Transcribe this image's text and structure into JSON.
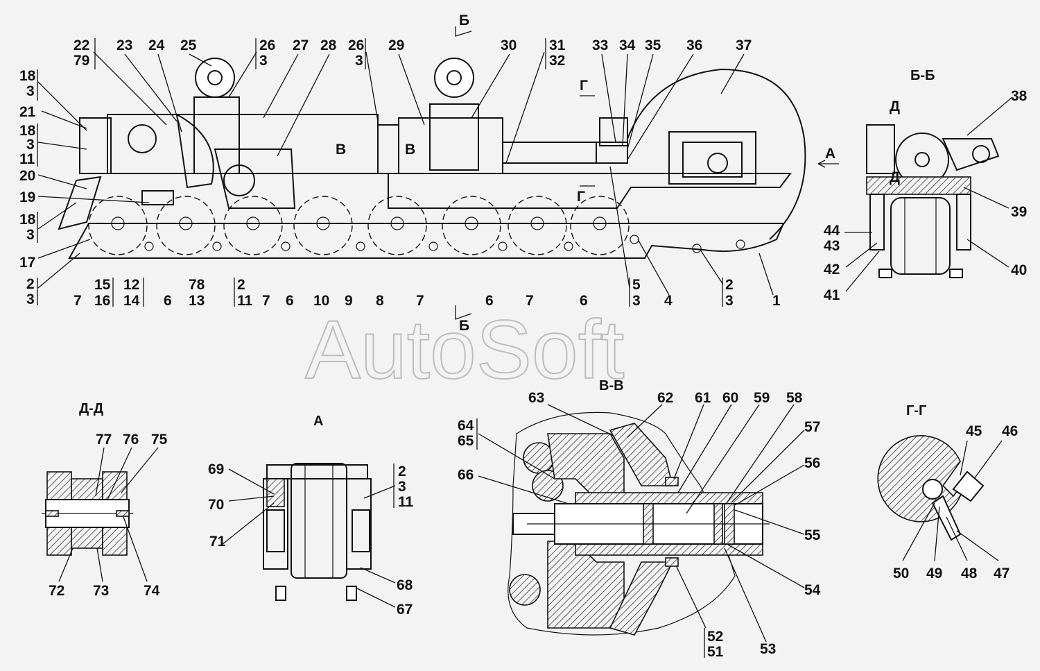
{
  "watermark": "AutoSoft",
  "section_titles": {
    "bb": "Б-Б",
    "dd": "Д-Д",
    "a": "А",
    "vv": "В-В",
    "gg": "Г-Г"
  },
  "cut_marks": {
    "b_top": "Б",
    "b_bottom": "Б",
    "v1": "В",
    "v2": "В",
    "g1": "Г",
    "g2": "Г",
    "a_view": "А",
    "d1": "Д",
    "d2": "Д"
  },
  "main_labels": {
    "l22_79": [
      "22",
      "79"
    ],
    "l23": "23",
    "l24": "24",
    "l25": "25",
    "l26_3a": [
      "26",
      "3"
    ],
    "l27": "27",
    "l28": "28",
    "l26_3b": [
      "26",
      "3"
    ],
    "l29": "29",
    "l30": "30",
    "l31_32": [
      "31",
      "32"
    ],
    "l33": "33",
    "l34": "34",
    "l35": "35",
    "l36": "36",
    "l37": "37",
    "l18_3a": [
      "18",
      "3"
    ],
    "l21": "21",
    "l18_3_11": [
      "18",
      "3",
      "11"
    ],
    "l20": "20",
    "l19": "19",
    "l18_3b": [
      "18",
      "3"
    ],
    "l17": "17",
    "l2_3a": [
      "2",
      "3"
    ],
    "bottom_single": [
      "7",
      "6",
      "7",
      "6",
      "10",
      "9",
      "8",
      "7",
      "6",
      "7",
      "6",
      "4",
      "1"
    ],
    "l15_16": [
      "15",
      "16"
    ],
    "l12_14": [
      "12",
      "14"
    ],
    "l78_13": [
      "78",
      "13"
    ],
    "l2_11": [
      "2",
      "11"
    ],
    "l5_3": [
      "5",
      "3"
    ],
    "l2_3b": [
      "2",
      "3"
    ]
  },
  "bb_labels": [
    "38",
    "39",
    "40",
    "41",
    "42",
    "44",
    "43"
  ],
  "dd_labels": [
    "77",
    "76",
    "75",
    "72",
    "73",
    "74"
  ],
  "a_labels": [
    "69",
    "70",
    "71",
    "68",
    "67",
    "2",
    "3",
    "11"
  ],
  "vv_labels": [
    "63",
    "62",
    "61",
    "60",
    "59",
    "58",
    "57",
    "56",
    "55",
    "54",
    "53",
    "52",
    "51",
    "64",
    "65",
    "66"
  ],
  "gg_labels": [
    "45",
    "46",
    "47",
    "48",
    "49",
    "50"
  ]
}
